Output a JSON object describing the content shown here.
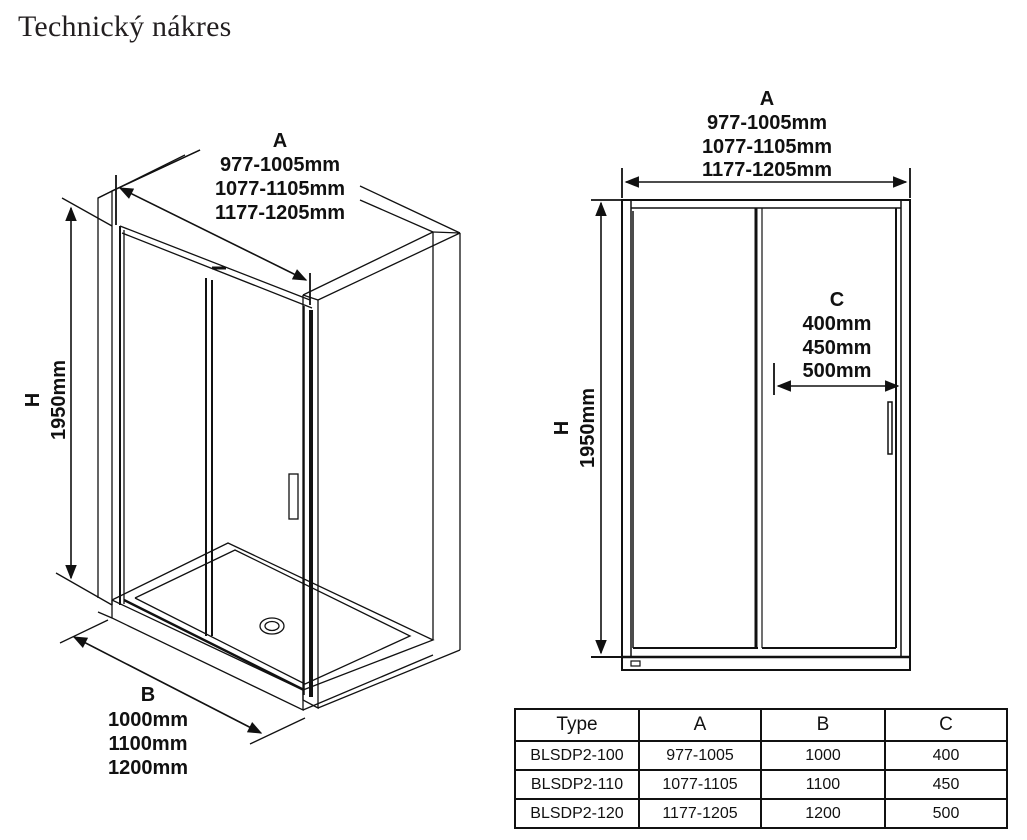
{
  "page": {
    "title": "Technický nákres"
  },
  "isometric_view": {
    "dim_a": {
      "label": "A",
      "values": [
        "977-1005mm",
        "1077-1105mm",
        "1177-1205mm"
      ]
    },
    "dim_h": {
      "label": "H",
      "value": "1950mm"
    },
    "dim_b": {
      "label": "B",
      "values": [
        "1000mm",
        "1100mm",
        "1200mm"
      ]
    }
  },
  "front_view": {
    "dim_a": {
      "label": "A",
      "values": [
        "977-1005mm",
        "1077-1105mm",
        "1177-1205mm"
      ]
    },
    "dim_h": {
      "label": "H",
      "value": "1950mm"
    },
    "dim_c": {
      "label": "C",
      "values": [
        "400mm",
        "450mm",
        "500mm"
      ]
    }
  },
  "spec_table": {
    "headers": [
      "Type",
      "A",
      "B",
      "C"
    ],
    "rows": [
      [
        "BLSDP2-100",
        "977-1005",
        "1000",
        "400"
      ],
      [
        "BLSDP2-110",
        "1077-1105",
        "1100",
        "450"
      ],
      [
        "BLSDP2-120",
        "1177-1205",
        "1200",
        "500"
      ]
    ]
  },
  "colors": {
    "line": "#111111",
    "title": "#231f20",
    "background": "#ffffff"
  }
}
